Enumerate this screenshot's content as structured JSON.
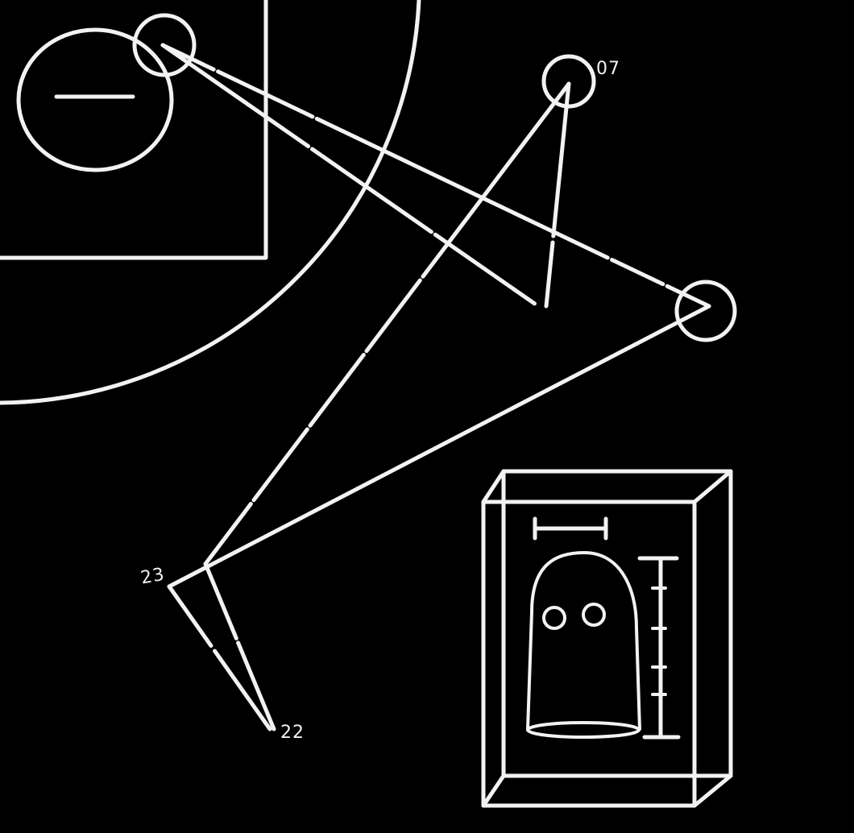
{
  "colors": {
    "background": "#000000",
    "ink": "#f2f2f2"
  },
  "labels": {
    "node_07": "07",
    "node_23": "23",
    "node_22": "22"
  },
  "icons": {
    "minus_circle": "minus-in-circle-icon",
    "ghost": "ghost-in-box-icon"
  }
}
